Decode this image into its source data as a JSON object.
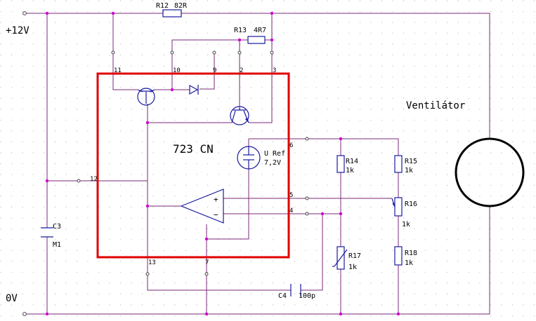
{
  "colors": {
    "wire": "#7a2a7a",
    "component": "#1a1aa0",
    "node": "#d000d0",
    "ic_outline": "#e00000",
    "grid_dot": "#c8c8c8",
    "background": "#ffffff"
  },
  "rails": {
    "positive": "+12V",
    "ground": "0V"
  },
  "ic": {
    "name": "723 CN",
    "vref_label": "U Ref",
    "vref_value": "7,2V",
    "pins": [
      "11",
      "10",
      "9",
      "2",
      "3",
      "6",
      "12",
      "5",
      "4",
      "13",
      "7"
    ]
  },
  "components": {
    "r12": {
      "ref": "R12",
      "value": "82R"
    },
    "r13": {
      "ref": "R13",
      "value": "4R7"
    },
    "r14": {
      "ref": "R14",
      "value": "1k"
    },
    "r15": {
      "ref": "R15",
      "value": "1k"
    },
    "r16": {
      "ref": "R16",
      "value": "1k"
    },
    "r17": {
      "ref": "R17",
      "value": "1k"
    },
    "r18": {
      "ref": "R18",
      "value": "1k"
    },
    "c3": {
      "ref": "C3",
      "value": "M1"
    },
    "c4": {
      "ref": "C4",
      "value": "100p"
    }
  },
  "load": {
    "label": "Ventilátor"
  },
  "opamp": {
    "plus": "+",
    "minus": "−"
  }
}
